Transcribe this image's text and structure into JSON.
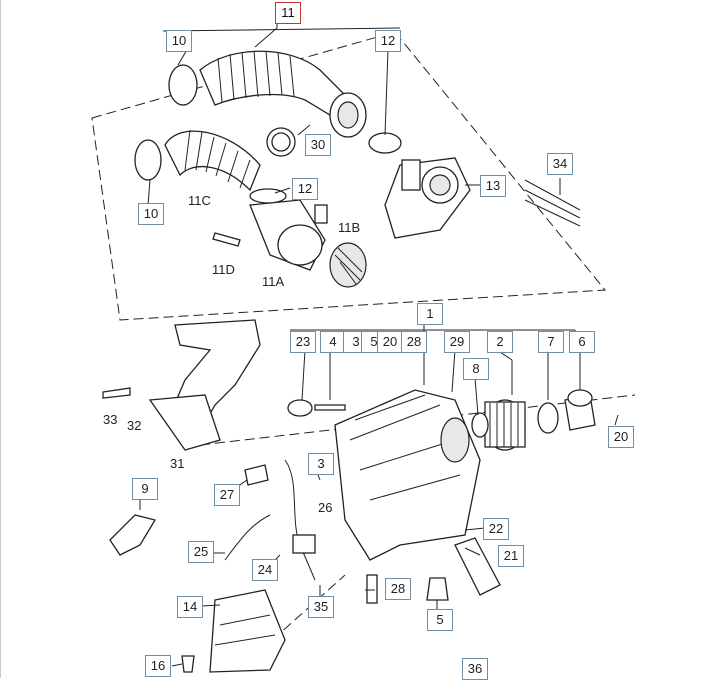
{
  "callouts": {
    "c10a": "10",
    "c11": "11",
    "c12a": "12",
    "c30": "30",
    "c12b": "12",
    "c13": "13",
    "c10b": "10",
    "c34": "34",
    "c1": "1",
    "c23": "23",
    "c4": "4",
    "c3a": "3",
    "c5a": "5",
    "c20a": "20",
    "c28a": "28",
    "c29": "29",
    "c2": "2",
    "c7": "7",
    "c6": "6",
    "c8": "8",
    "c20b": "20",
    "c3b": "3",
    "c9": "9",
    "c27": "27",
    "c22": "22",
    "c25": "25",
    "c21": "21",
    "c24": "24",
    "c28b": "28",
    "c14": "14",
    "c35": "35",
    "c5b": "5",
    "c16": "16",
    "c36": "36"
  },
  "labels": {
    "l11c": "11C",
    "l11b": "11B",
    "l11d": "11D",
    "l11a": "11A",
    "l33": "33",
    "l32": "32",
    "l31": "31",
    "l26": "26"
  }
}
